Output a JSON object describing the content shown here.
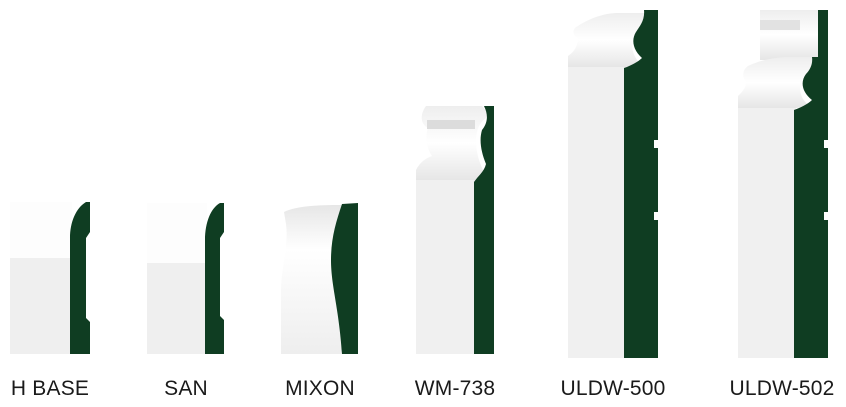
{
  "colors": {
    "profile_dark": "#0f3d22",
    "face_light": "#f1f1f1",
    "face_white": "#fbfbfb",
    "background": "#ffffff"
  },
  "profiles": [
    {
      "label": "H BASE",
      "icon": "h-base-molding-profile-icon"
    },
    {
      "label": "SAN",
      "icon": "san-molding-profile-icon"
    },
    {
      "label": "MIXON",
      "icon": "mixon-molding-profile-icon"
    },
    {
      "label": "WM-738",
      "icon": "wm-738-molding-profile-icon"
    },
    {
      "label": "ULDW-500",
      "icon": "uldw-500-molding-profile-icon"
    },
    {
      "label": "ULDW-502",
      "icon": "uldw-502-molding-profile-icon"
    }
  ]
}
